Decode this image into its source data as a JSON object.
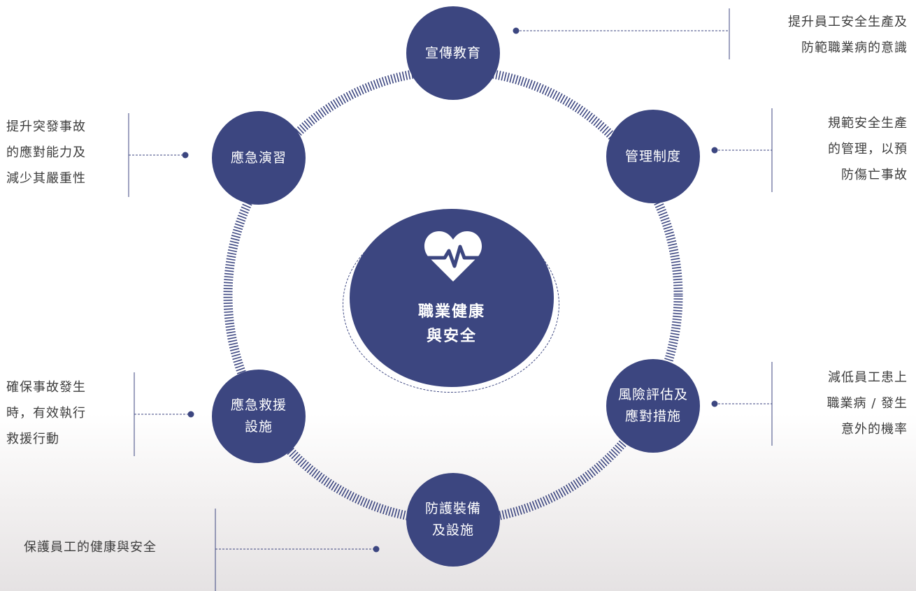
{
  "center": {
    "label": "職業健康\n與安全",
    "icon": "heart-pulse-icon"
  },
  "nodes": [
    {
      "id": "education",
      "label": "宣傳教育",
      "description": "提升員工安全生產及\n防範職業病的意識"
    },
    {
      "id": "management",
      "label": "管理制度",
      "description": "規範安全生產\n的管理，以預\n防傷亡事故"
    },
    {
      "id": "risk",
      "label": "風險評估及\n應對措施",
      "description": "減低員工患上\n職業病 / 發生\n意外的機率"
    },
    {
      "id": "protection",
      "label": "防護裝備\n及設施",
      "description": "保護員工的健康與安全"
    },
    {
      "id": "rescue",
      "label": "應急救援\n設施",
      "description": "確保事故發生\n時，有效執行\n救援行動"
    },
    {
      "id": "drill",
      "label": "應急演習",
      "description": "提升突發事故\n的應對能力及\n減少其嚴重性"
    }
  ],
  "colors": {
    "primary": "#3c4680",
    "text": "#3d3d3d",
    "background": "#ffffff"
  }
}
